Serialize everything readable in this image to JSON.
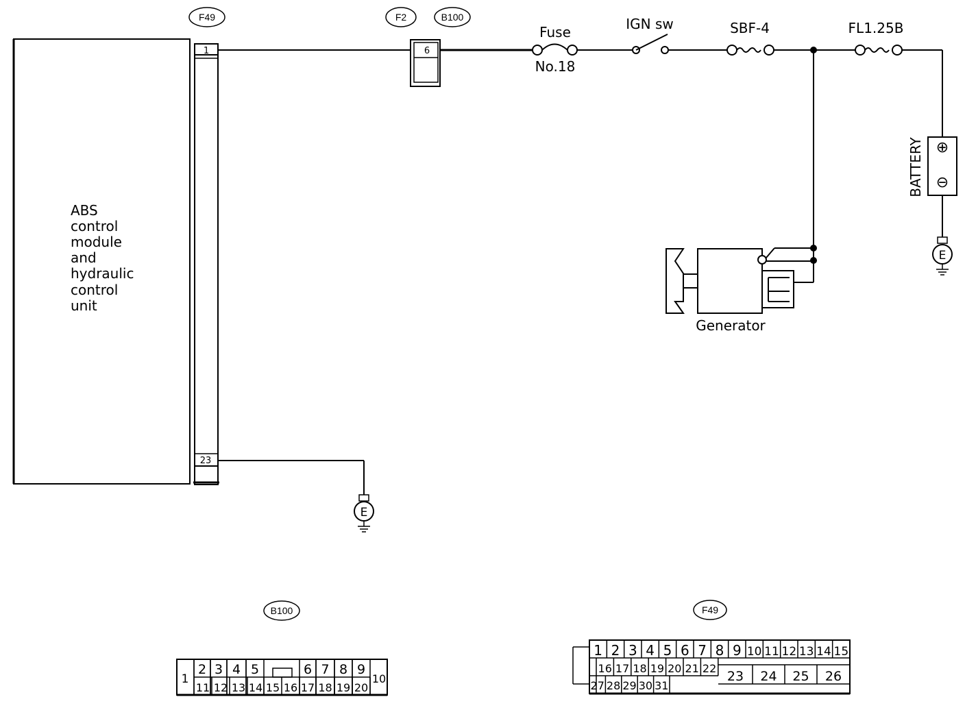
{
  "module": {
    "label_lines": [
      "ABS",
      "control",
      "module",
      "and",
      "hydraulic",
      "control",
      "unit"
    ],
    "connector_tag": "F49",
    "pin_top": "1",
    "pin_bottom": "23"
  },
  "inline_connector": {
    "tag_left": "F2",
    "tag_right": "B100",
    "pin": "6"
  },
  "fuse18": {
    "line1": "Fuse",
    "line2": "No.18"
  },
  "ign_switch": {
    "label": "IGN sw"
  },
  "sbf": {
    "label": "SBF-4"
  },
  "fl": {
    "label": "FL1.25B"
  },
  "battery": {
    "label": "BATTERY",
    "plus": "⊕",
    "minus": "⊖"
  },
  "generator": {
    "label": "Generator"
  },
  "ground": {
    "label": "E"
  },
  "b100_connector": {
    "tag": "B100",
    "pin_left": "1",
    "top_row": [
      "2",
      "3",
      "4",
      "5",
      "6",
      "7",
      "8",
      "9"
    ],
    "bottom_row": [
      "11",
      "12",
      "13",
      "14",
      "15",
      "16",
      "17",
      "18",
      "19",
      "20"
    ],
    "pin_right": "10"
  },
  "f49_connector": {
    "tag": "F49",
    "row1": [
      "1",
      "2",
      "3",
      "4",
      "5",
      "6",
      "7",
      "8",
      "9",
      "10",
      "11",
      "12",
      "13",
      "14",
      "15"
    ],
    "row2": [
      "16",
      "17",
      "18",
      "19",
      "20",
      "21",
      "22"
    ],
    "row3": [
      "27",
      "28",
      "29",
      "30",
      "31"
    ],
    "row_wide": [
      "23",
      "24",
      "25",
      "26"
    ]
  }
}
